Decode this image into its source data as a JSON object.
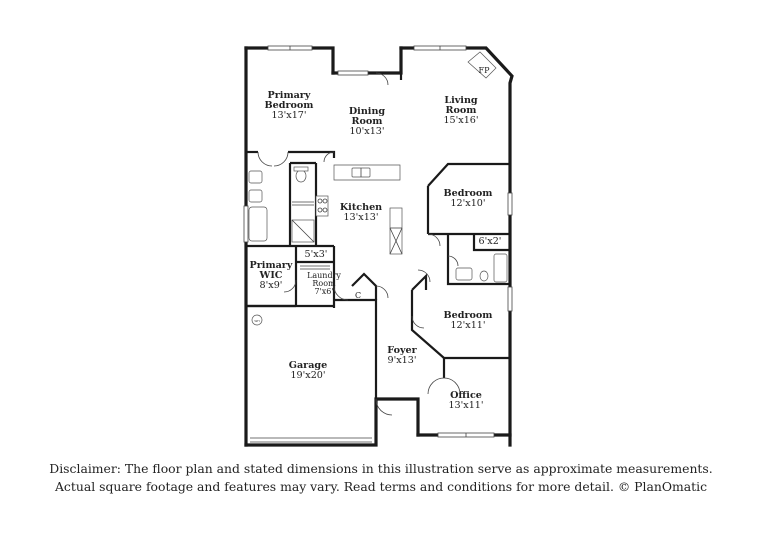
{
  "rooms": {
    "primary_bedroom": {
      "name_1": "Primary",
      "name_2": "Bedroom",
      "dim": "13'x17'"
    },
    "dining_room": {
      "name_1": "Dining",
      "name_2": "Room",
      "dim": "10'x13'"
    },
    "living_room": {
      "name_1": "Living",
      "name_2": "Room",
      "dim": "15'x16'"
    },
    "fireplace": {
      "label": "FP"
    },
    "bedroom_1": {
      "name": "Bedroom",
      "dim": "12'x10'"
    },
    "kitchen": {
      "name": "Kitchen",
      "dim": "13'x13'"
    },
    "bath_small": {
      "dim": "6'x2'"
    },
    "closet_small": {
      "dim": "5'x3'"
    },
    "primary_wic": {
      "name_1": "Primary",
      "name_2": "WIC",
      "dim": "8'x9'"
    },
    "laundry_room": {
      "name_1": "Laundry",
      "name_2": "Room",
      "dim": "7'x6'"
    },
    "coat_closet": {
      "label": "C"
    },
    "bedroom_2": {
      "name": "Bedroom",
      "dim": "12'x11'"
    },
    "water_heater": {
      "label": "WH"
    },
    "garage": {
      "name": "Garage",
      "dim": "19'x20'"
    },
    "foyer": {
      "name": "Foyer",
      "dim": "9'x13'"
    },
    "office": {
      "name": "Office",
      "dim": "13'x11'"
    }
  },
  "disclaimer": {
    "line_1": "Disclaimer: The floor plan and stated dimensions in this illustration serve as approximate measurements.",
    "line_2": "Actual square footage and features may vary. Read terms and conditions for more detail. © PlanOmatic"
  }
}
